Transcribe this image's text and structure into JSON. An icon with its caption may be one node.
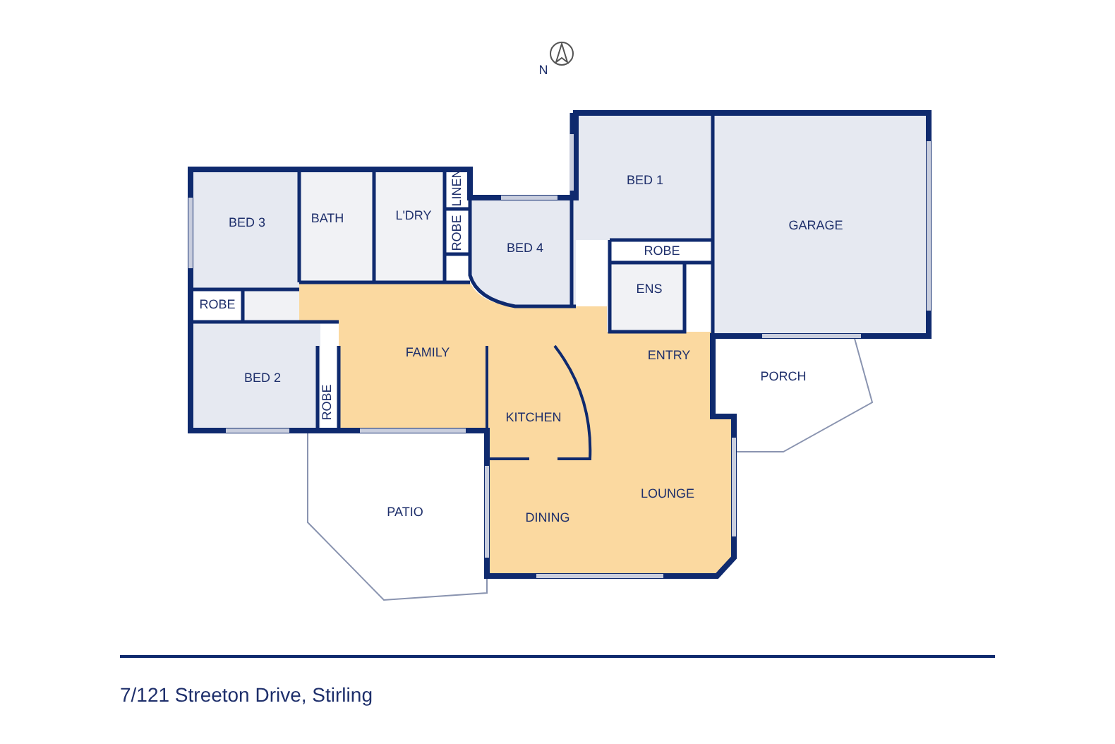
{
  "diagram": {
    "caption": "7/121 Streeton Drive, Stirling",
    "labels": [
      "N",
      "BED 1",
      "BED 3",
      "BATH",
      "L'DRY",
      "LINEN",
      "ROBE",
      "GARAGE",
      "BED 4",
      "ROBE",
      "ROBE",
      "ENS",
      "FAMILY",
      "ENTRY",
      "BED 2",
      "PORCH",
      "ROBE",
      "KITCHEN",
      "LOUNGE",
      "PATIO",
      "DINING"
    ]
  }
}
